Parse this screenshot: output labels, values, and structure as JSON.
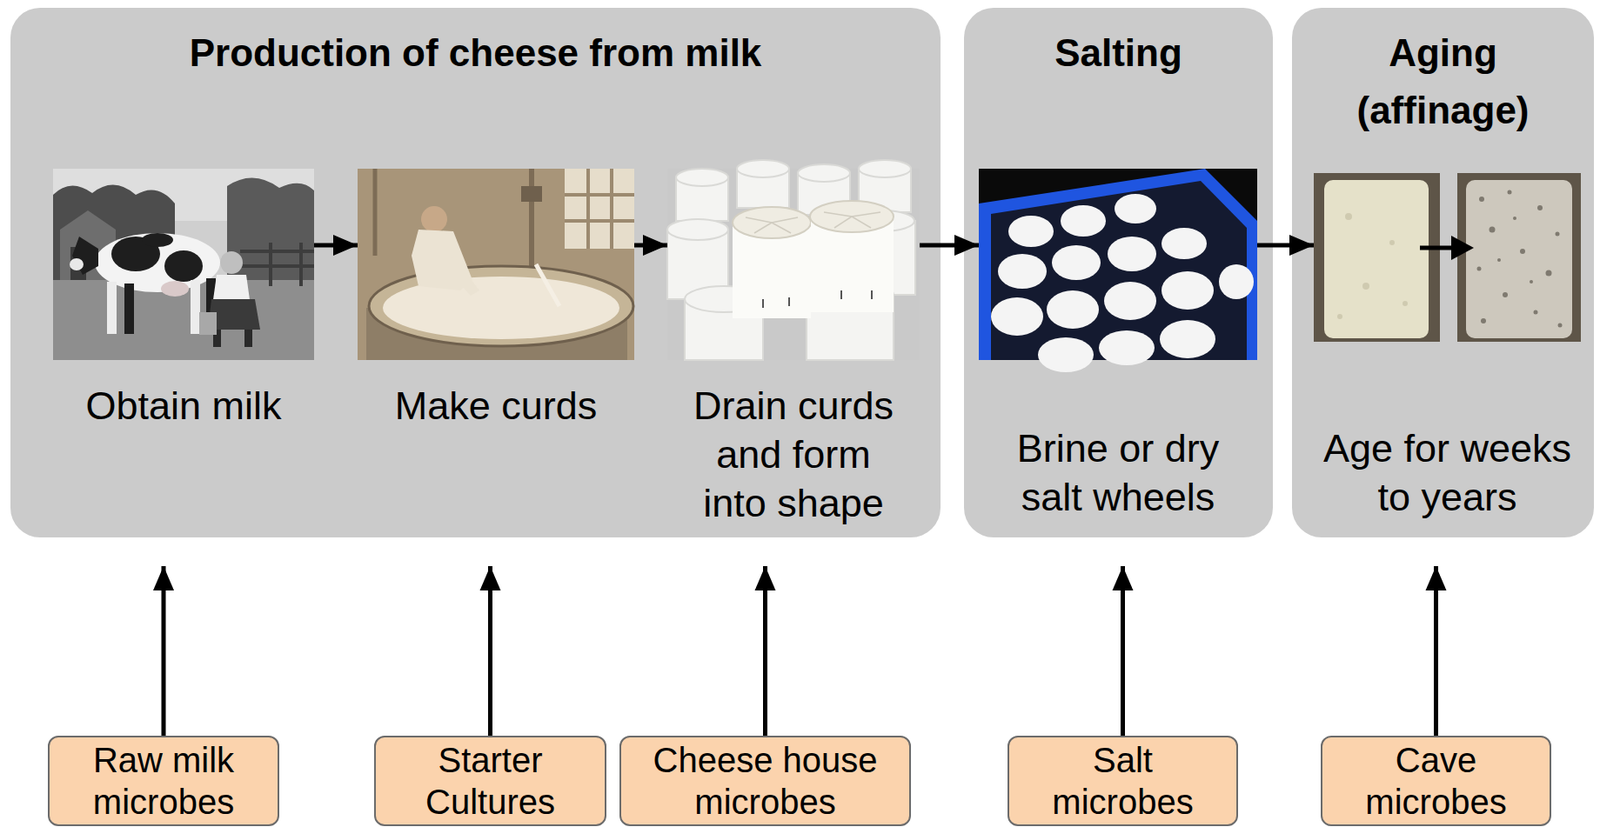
{
  "diagram": {
    "nodes": [
      {
        "text": [
          "Production of cheese from milk"
        ]
      },
      {
        "text": [
          "Obtain milk"
        ],
        "in": 0
      },
      {
        "text": [
          "Make curds"
        ],
        "in": 0
      },
      {
        "text": [
          "Drain curds and form into shape"
        ],
        "in": 0
      },
      {
        "text": [
          "Salting"
        ]
      },
      {
        "text": [
          "Brine or dry salt wheels"
        ],
        "in": 4
      },
      {
        "text": [
          "Aging (affinage)"
        ]
      },
      {
        "text": [
          "Age for weeks to years"
        ],
        "in": 6
      },
      {
        "text": [
          "Raw milk microbes"
        ]
      },
      {
        "text": [
          "Starter Cultures"
        ]
      },
      {
        "text": [
          "Cheese house microbes"
        ]
      },
      {
        "text": [
          "Salt microbes"
        ]
      },
      {
        "text": [
          "Cave microbes"
        ]
      }
    ],
    "edges": [
      {
        "from": 1,
        "to": 2,
        "arrow": "to"
      },
      {
        "from": 2,
        "to": 3,
        "arrow": "to"
      },
      {
        "from": 3,
        "to": 5,
        "arrow": "to"
      },
      {
        "from": 5,
        "to": 7,
        "arrow": "to"
      },
      {
        "from": 8,
        "to": 1,
        "arrow": "to"
      },
      {
        "from": 9,
        "to": 2,
        "arrow": "to"
      },
      {
        "from": 10,
        "to": 3,
        "arrow": "to"
      },
      {
        "from": 11,
        "to": 5,
        "arrow": "to"
      },
      {
        "from": 12,
        "to": 7,
        "arrow": "to"
      }
    ]
  }
}
